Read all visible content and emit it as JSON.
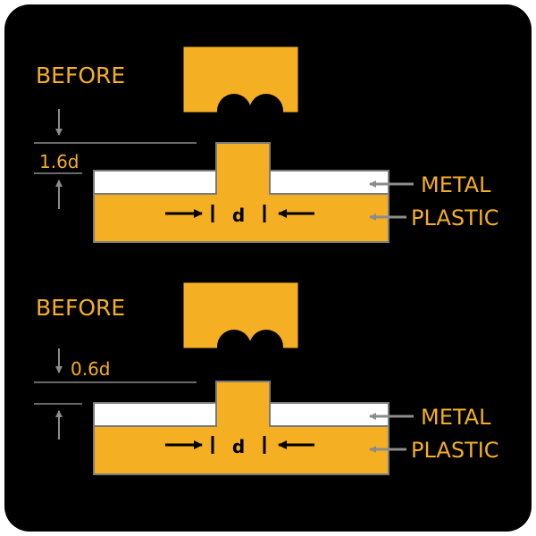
{
  "colors": {
    "background": "#000000",
    "plastic": "#F5AF23",
    "metal": "#FFFFFF",
    "outline": "#7A7A7A",
    "label": "#F5AF23",
    "arrow_gray": "#8C8C8C",
    "frame": "#FFFFFF"
  },
  "panels": [
    {
      "before_label": "BEFORE",
      "height_label": "1.6d",
      "width_label": "d",
      "metal_label": "METAL",
      "plastic_label": "PLASTIC"
    },
    {
      "before_label": "BEFORE",
      "height_label": "0.6d",
      "width_label": "d",
      "metal_label": "METAL",
      "plastic_label": "PLASTIC"
    }
  ]
}
